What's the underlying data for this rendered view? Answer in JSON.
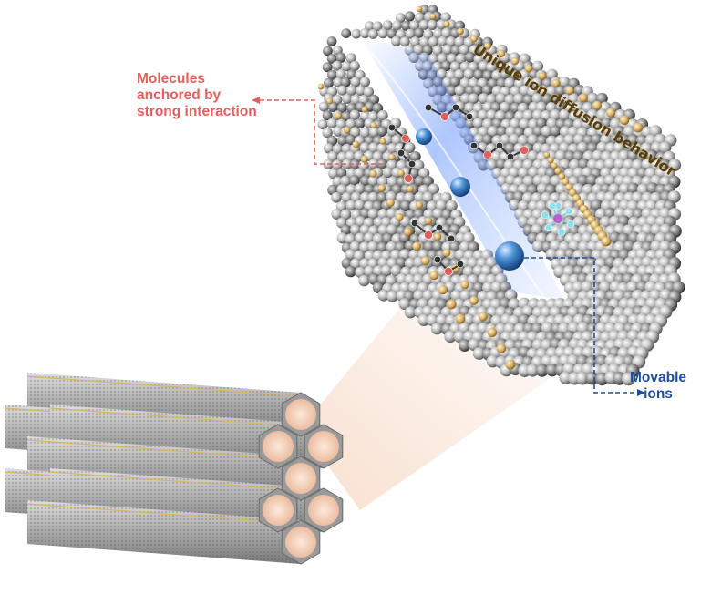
{
  "labels": {
    "anchored_molecules": [
      "Molecules",
      "anchored by",
      "strong interaction"
    ],
    "movable_ions": [
      "Movable",
      "ions"
    ],
    "diffusion_behavior": "Unique ion diffusion behavior"
  },
  "colors": {
    "anchored_text": "#e0605e",
    "ions_text": "#1f4f9c",
    "behavior_text": "#5a3d00",
    "channel_glow": "#6f98ff",
    "ion_sphere": "#4a8fd6",
    "wall_atom": "#bdbdbd",
    "accent_atom": "#d9b36a",
    "pore_fill": "#f7d7c2",
    "molecule_oxygen": "#e0605e"
  }
}
